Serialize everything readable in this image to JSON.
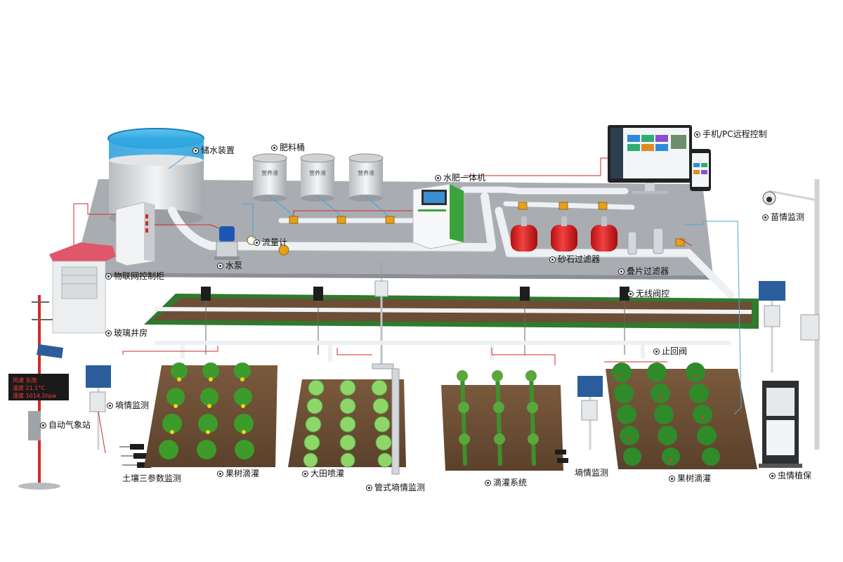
{
  "labels": {
    "water_storage": "储水装置",
    "fertilizer_bucket": "肥料桶",
    "nutrient_text": "营养液",
    "water_fertilizer_machine": "水肥一体机",
    "remote_control": "手机/PC远程控制",
    "iot_cabinet": "物联网控制柜",
    "water_pump": "水泵",
    "flow_meter": "流量计",
    "sand_filter": "砂石过滤器",
    "disc_filter": "叠片过滤器",
    "wireless_valve": "无线阀控",
    "glass_well_house": "玻璃井房",
    "seedling_monitor": "苗情监测",
    "check_valve": "止回阀",
    "soil_moisture_left": "墒情监测",
    "weather_station": "自动气象站",
    "soil_three_param": "土壤三参数监测",
    "fruit_drip_left": "果树滴灌",
    "field_spray": "大田喷灌",
    "tube_soil_moisture": "管式墒情监测",
    "drip_system": "滴灌系统",
    "soil_moisture_right": "墒情监测",
    "fruit_drip_right": "果树滴灌",
    "pest_monitor": "虫情植保"
  },
  "weather_display": {
    "line1": "风速 东南",
    "line2": "温度 21.1°C",
    "line3": "湿度 1014.1hpa"
  },
  "colors": {
    "platform": "#a9adb1",
    "pipe": "#eef1f3",
    "filter_red": "#d81e1e",
    "machine_green": "#3aa43a",
    "leader_red": "#d22a2a",
    "leader_blue": "#4aa6d6",
    "soil": "#6b4e35",
    "trench_green": "#2f7a2d"
  }
}
